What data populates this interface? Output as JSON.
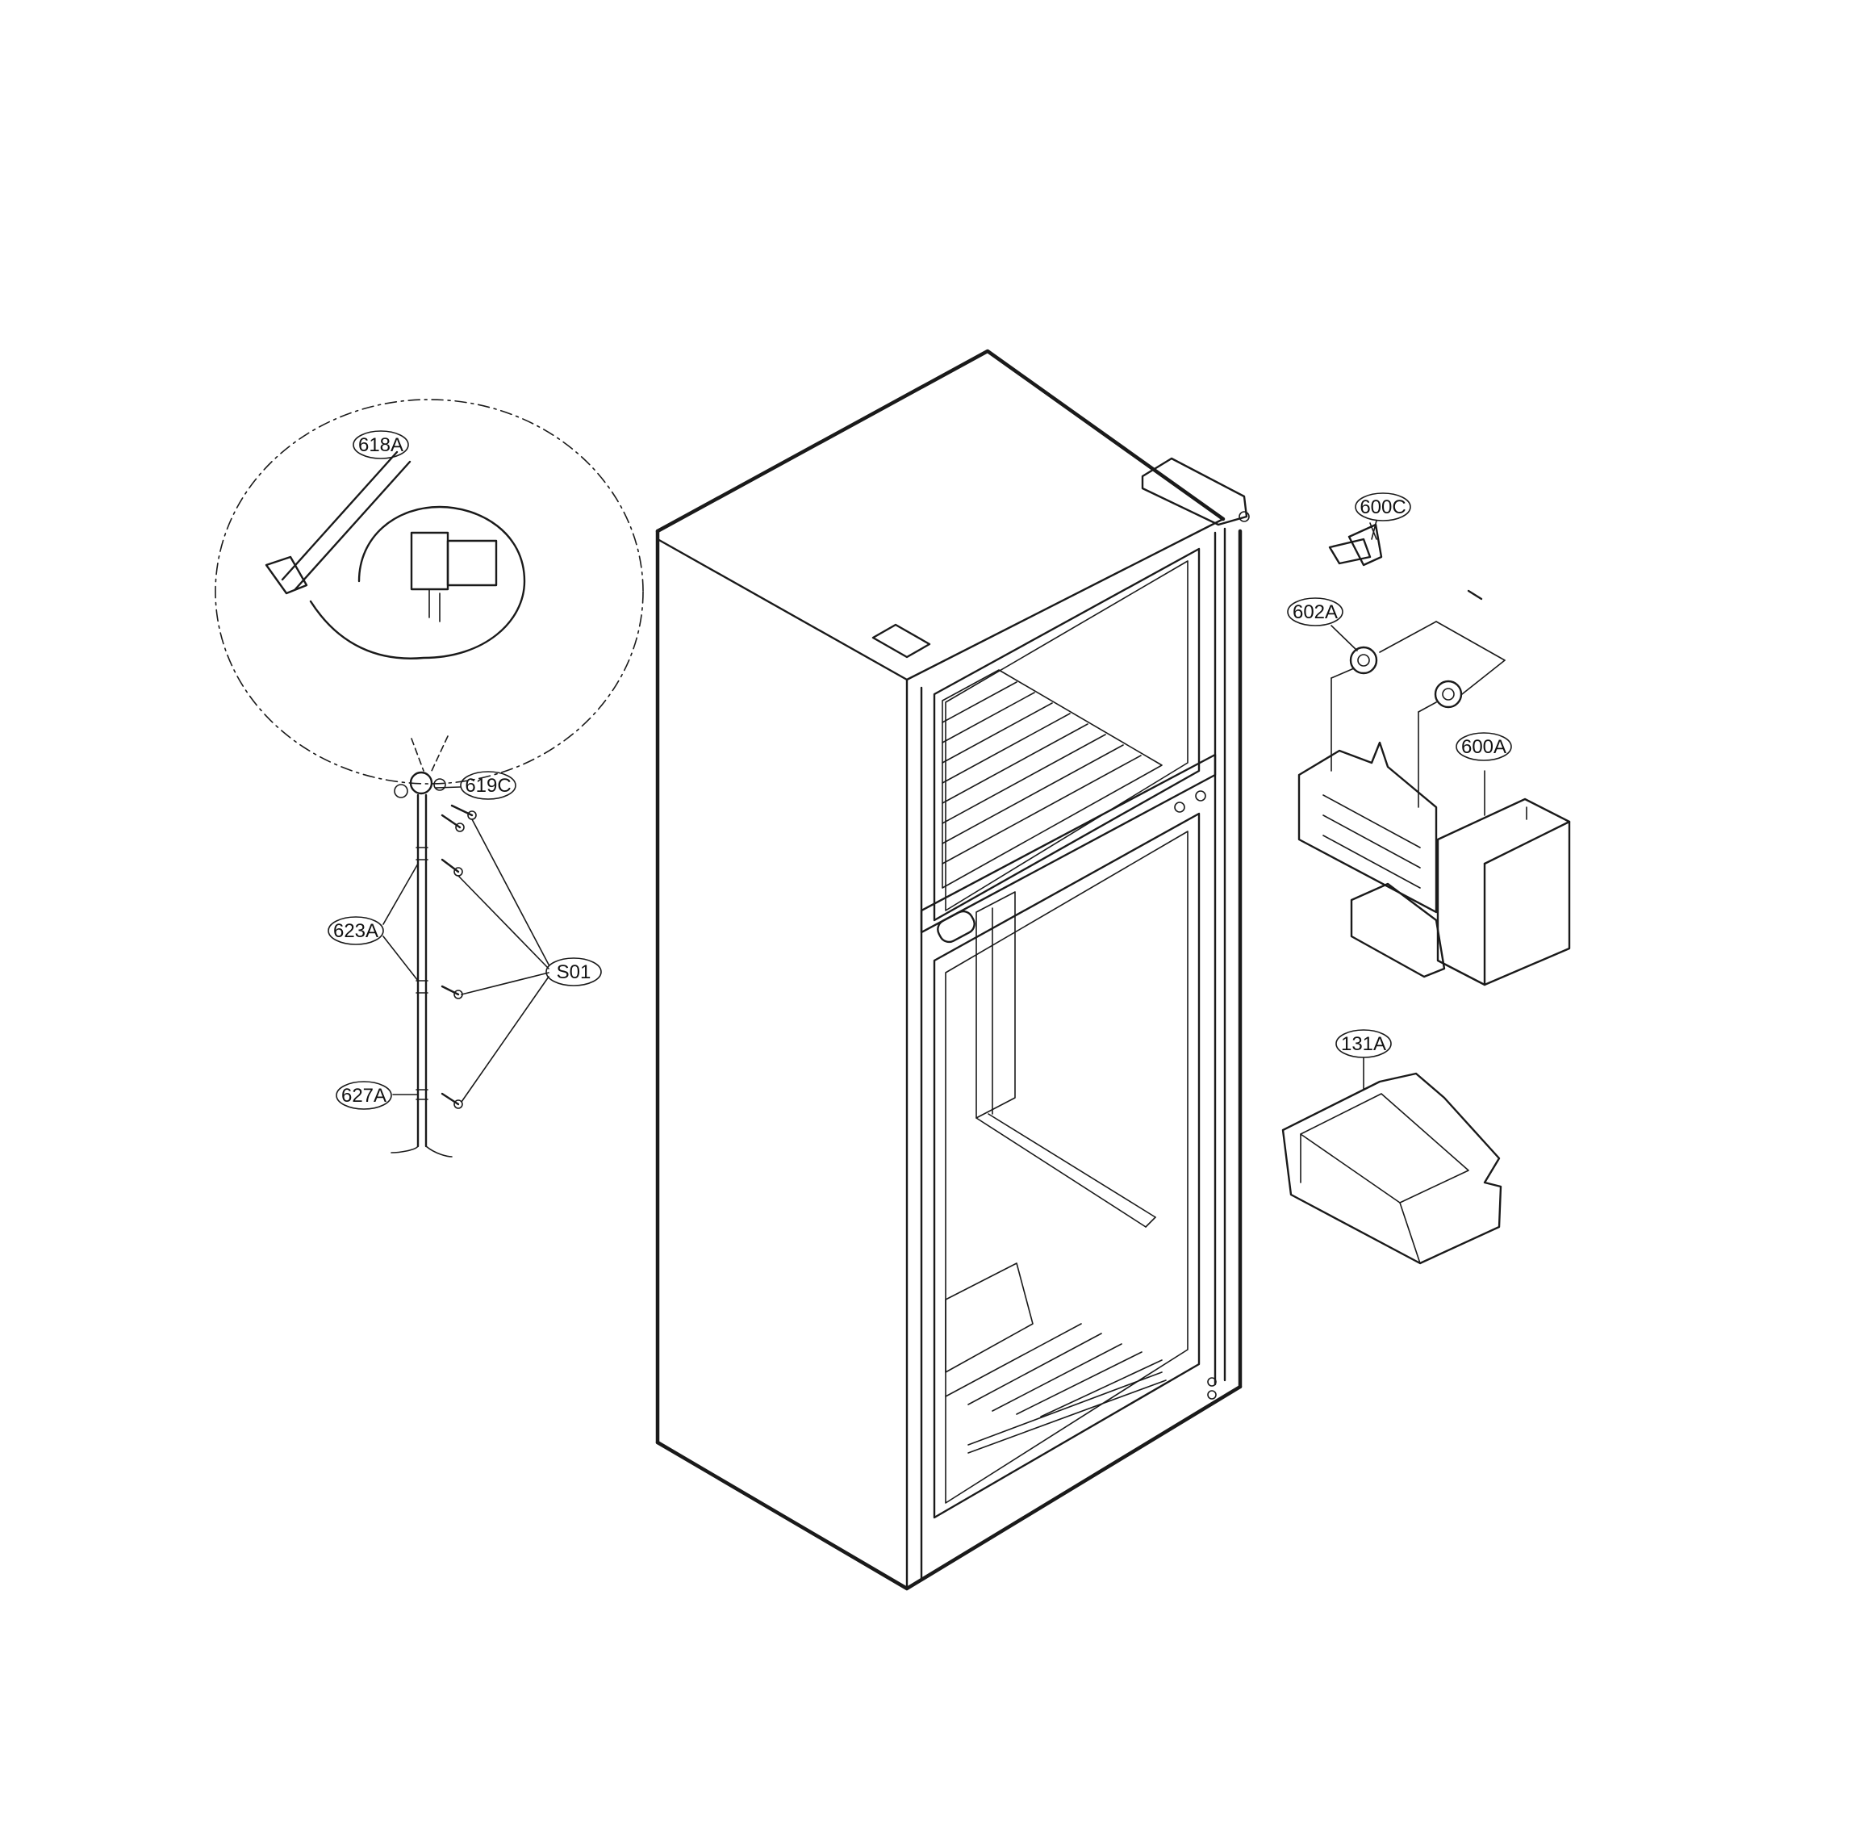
{
  "diagram": {
    "callouts": [
      {
        "id": "618A",
        "label": "618A"
      },
      {
        "id": "619C",
        "label": "619C"
      },
      {
        "id": "623A",
        "label": "623A"
      },
      {
        "id": "S01",
        "label": "S01"
      },
      {
        "id": "627A",
        "label": "627A"
      },
      {
        "id": "600C",
        "label": "600C"
      },
      {
        "id": "602A",
        "label": "602A"
      },
      {
        "id": "600A",
        "label": "600A"
      },
      {
        "id": "131A",
        "label": "131A"
      }
    ]
  }
}
